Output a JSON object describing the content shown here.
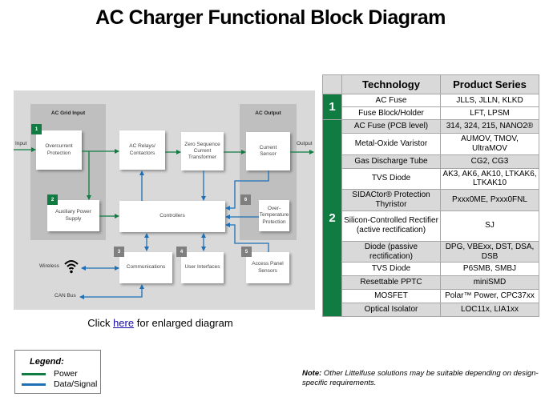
{
  "title": "AC Charger Functional Block Diagram",
  "diagram": {
    "panels": {
      "ac_grid_input": "AC Grid Input",
      "ac_output": "AC Output"
    },
    "blocks": {
      "overcurrent": "Overcurrent Protection",
      "relays": "AC Relays/ Contactors",
      "zero_seq": "Zero Sequence Current Transformer",
      "current_sensor": "Current Sensor",
      "aux_power": "Auxiliary Power Supply",
      "controllers": "Controllers",
      "over_temp": "Over-Temperature Protection",
      "communications": "Communications",
      "user_interfaces": "User Interfaces",
      "access_panel": "Access Panel Sensors"
    },
    "badges": {
      "b1": "1",
      "b2": "2",
      "b3": "3",
      "b4": "4",
      "b5": "5",
      "b6": "6"
    },
    "labels": {
      "input": "Input",
      "output": "Output",
      "wireless": "Wireless",
      "can_bus": "CAN Bus"
    },
    "colors": {
      "power": "#107c41",
      "signal": "#1f6fb5"
    }
  },
  "click": {
    "prefix": "Click",
    "link": "here",
    "suffix": "for enlarged diagram"
  },
  "legend": {
    "title": "Legend:",
    "items": [
      {
        "label": "Power",
        "color": "#107c41"
      },
      {
        "label": "Data/Signal",
        "color": "#1f6fb5"
      }
    ]
  },
  "note": {
    "label": "Note:",
    "text": "Other Littelfuse solutions may be suitable depending on design-specific requirements."
  },
  "table": {
    "headers": [
      "",
      "Technology",
      "Product Series"
    ],
    "groups": [
      {
        "id": "1",
        "rows": [
          {
            "technology": "AC Fuse",
            "series": "JLLS, JLLN, KLKD"
          },
          {
            "technology": "Fuse Block/Holder",
            "series": "LFT, LPSM"
          }
        ]
      },
      {
        "id": "2",
        "rows": [
          {
            "technology": "AC Fuse (PCB level)",
            "series": "314, 324, 215, NANO2®"
          },
          {
            "technology": "Metal-Oxide Varistor",
            "series": "AUMOV, TMOV, UltraMOV"
          },
          {
            "technology": "Gas Discharge Tube",
            "series": "CG2, CG3"
          },
          {
            "technology": "TVS Diode",
            "series": "AK3, AK6, AK10, LTKAK6, LTKAK10"
          },
          {
            "technology": "SIDACtor® Protection Thyristor",
            "series": "Pxxx0ME, Pxxx0FNL"
          },
          {
            "technology": "Silicon-Controlled Rectifier (active rectification)",
            "series": "SJ"
          },
          {
            "technology": "Diode (passive rectification)",
            "series": "DPG, VBExx, DST, DSA, DSB"
          },
          {
            "technology": "TVS Diode",
            "series": "P6SMB, SMBJ"
          },
          {
            "technology": "Resettable PPTC",
            "series": "miniSMD"
          },
          {
            "technology": "MOSFET",
            "series": "Polar™ Power, CPC37xx"
          },
          {
            "technology": "Optical Isolator",
            "series": "LOC11x, LIA1xx"
          }
        ]
      }
    ]
  }
}
